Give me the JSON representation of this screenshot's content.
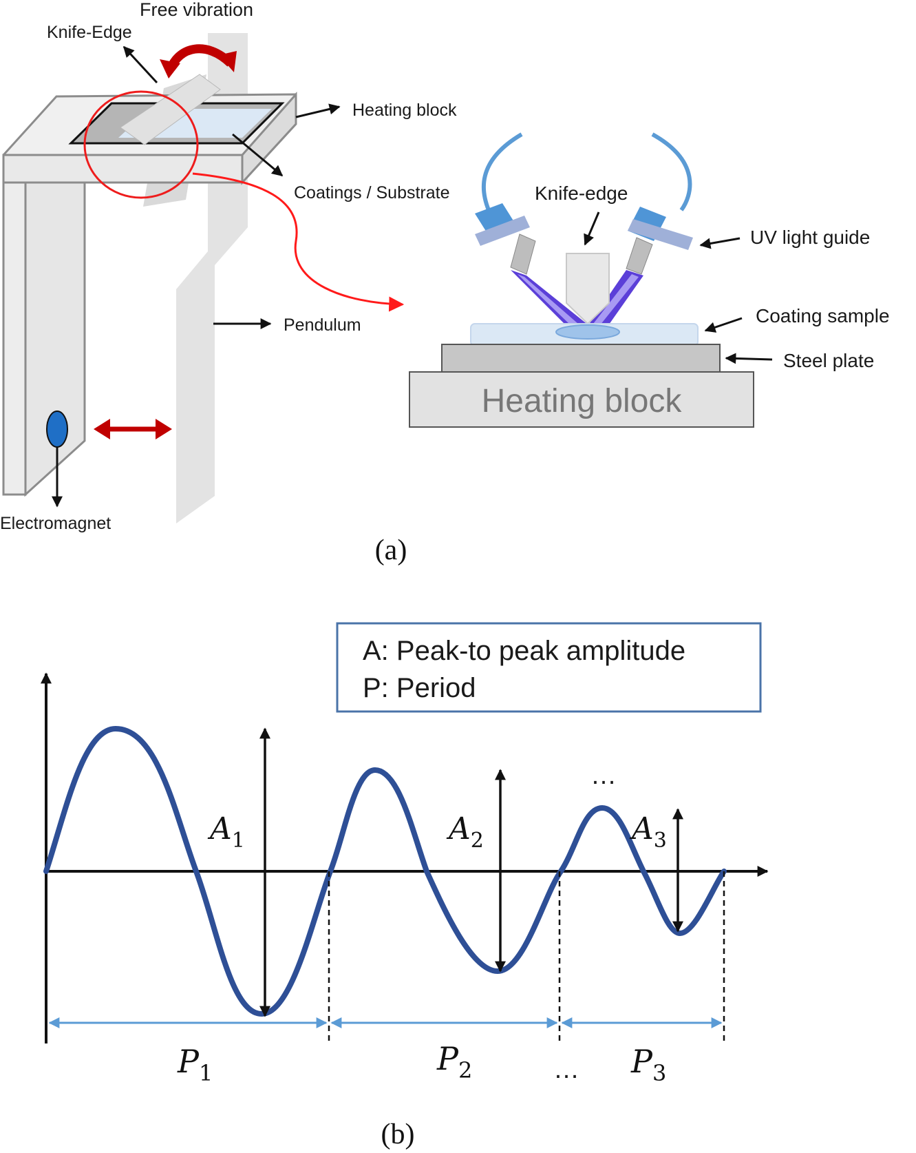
{
  "panel_a": {
    "caption": "(a)",
    "free_vibration": "Free vibration",
    "knife_edge": "Knife-Edge",
    "heating_block_top": "Heating block",
    "coatings_substrate": "Coatings / Substrate",
    "pendulum": "Pendulum",
    "electromagnet": "Electromagnet",
    "knife_edge_detail": "Knife-edge",
    "uv_light_guide": "UV light guide",
    "coating_sample": "Coating sample",
    "steel_plate": "Steel plate",
    "heating_block_detail": "Heating block"
  },
  "panel_b": {
    "caption": "(b)",
    "legend_line1": "A: Peak-to peak amplitude",
    "legend_line2": "P: Period",
    "ellipsis": "…",
    "amplitudes": [
      {
        "sym": "A",
        "sub": "1"
      },
      {
        "sym": "A",
        "sub": "2"
      },
      {
        "sym": "A",
        "sub": "3"
      }
    ],
    "periods": [
      {
        "sym": "P",
        "sub": "1"
      },
      {
        "sym": "P",
        "sub": "2"
      },
      {
        "sym": "P",
        "sub": "3"
      }
    ]
  },
  "colors": {
    "wave": "#2e4f96",
    "period_arrow": "#5b9bd5",
    "legend_border": "#4a73a8",
    "red_arrow": "#c00000",
    "curve_red": "#ff1a1a",
    "uv_blue": "#5b9bd5",
    "uv_beam": "#5b3fd8"
  }
}
